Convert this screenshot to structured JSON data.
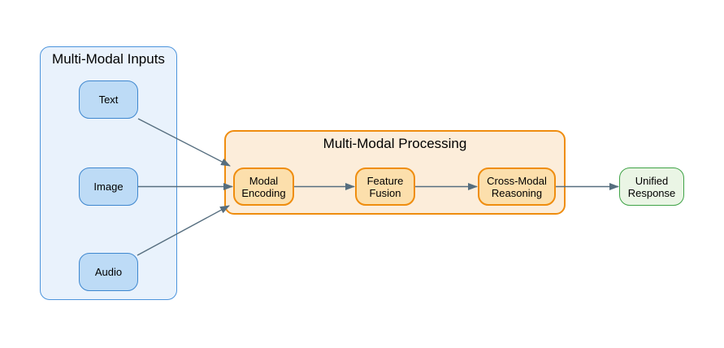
{
  "colors": {
    "canvas_bg": "#ffffff",
    "text": "#000000",
    "arrow": "#566e7f",
    "inputs_group_fill": "#e9f2fc",
    "inputs_group_stroke": "#4c94dc",
    "input_node_fill": "#bddbf6",
    "input_node_stroke": "#3e87cf",
    "processing_group_fill": "#fcedda",
    "processing_group_stroke": "#ef8d0f",
    "processing_node_fill": "#fcdfac",
    "processing_node_stroke": "#ef8d0f",
    "output_node_fill": "#eaf5e5",
    "output_node_stroke": "#3fa347"
  },
  "groups": {
    "inputs": {
      "title": "Multi-Modal Inputs"
    },
    "processing": {
      "title": "Multi-Modal Processing"
    }
  },
  "nodes": {
    "text": {
      "label": "Text",
      "group": "inputs"
    },
    "image": {
      "label": "Image",
      "group": "inputs"
    },
    "audio": {
      "label": "Audio",
      "group": "inputs"
    },
    "modal_encoding": {
      "label": "Modal Encoding",
      "group": "processing"
    },
    "feature_fusion": {
      "label": "Feature Fusion",
      "group": "processing"
    },
    "cross_modal_reasoning": {
      "label": "Cross-Modal Reasoning",
      "group": "processing"
    },
    "unified_response": {
      "label": "Unified Response",
      "group": "none"
    }
  },
  "edges": [
    {
      "from": "text",
      "to": "modal_encoding"
    },
    {
      "from": "image",
      "to": "modal_encoding"
    },
    {
      "from": "audio",
      "to": "modal_encoding"
    },
    {
      "from": "modal_encoding",
      "to": "feature_fusion"
    },
    {
      "from": "feature_fusion",
      "to": "cross_modal_reasoning"
    },
    {
      "from": "cross_modal_reasoning",
      "to": "unified_response"
    }
  ]
}
